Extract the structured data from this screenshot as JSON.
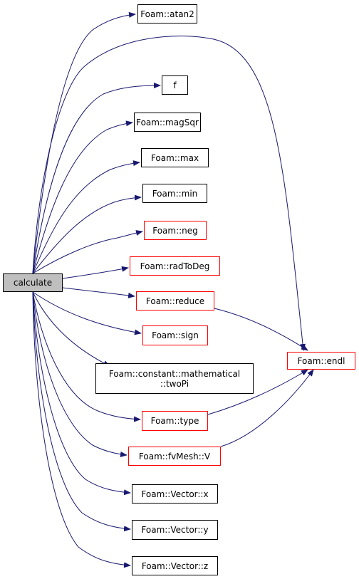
{
  "graph": {
    "colors": {
      "edge": "#191970",
      "border_default": "#000000",
      "border_undocumented": "#ff0000",
      "root_fill": "#bfbfbf"
    },
    "nodes": {
      "calculate": {
        "label": "calculate"
      },
      "atan2": {
        "label": "Foam::atan2"
      },
      "f": {
        "label": "f"
      },
      "magSqr": {
        "label": "Foam::magSqr"
      },
      "max": {
        "label": "Foam::max"
      },
      "min": {
        "label": "Foam::min"
      },
      "neg": {
        "label": "Foam::neg"
      },
      "radToDeg": {
        "label": "Foam::radToDeg"
      },
      "reduce": {
        "label": "Foam::reduce"
      },
      "sign": {
        "label": "Foam::sign"
      },
      "twoPi": {
        "label": "Foam::constant::mathematical\n::twoPi"
      },
      "type": {
        "label": "Foam::type"
      },
      "V": {
        "label": "Foam::fvMesh::V"
      },
      "x": {
        "label": "Foam::Vector::x"
      },
      "y": {
        "label": "Foam::Vector::y"
      },
      "z": {
        "label": "Foam::Vector::z"
      },
      "endl": {
        "label": "Foam::endl"
      }
    },
    "edges": [
      {
        "from": "calculate",
        "to": "atan2"
      },
      {
        "from": "calculate",
        "to": "endl"
      },
      {
        "from": "calculate",
        "to": "f"
      },
      {
        "from": "calculate",
        "to": "magSqr"
      },
      {
        "from": "calculate",
        "to": "max"
      },
      {
        "from": "calculate",
        "to": "min"
      },
      {
        "from": "calculate",
        "to": "neg"
      },
      {
        "from": "calculate",
        "to": "radToDeg"
      },
      {
        "from": "calculate",
        "to": "reduce"
      },
      {
        "from": "calculate",
        "to": "sign"
      },
      {
        "from": "calculate",
        "to": "twoPi"
      },
      {
        "from": "calculate",
        "to": "type"
      },
      {
        "from": "calculate",
        "to": "V"
      },
      {
        "from": "calculate",
        "to": "x"
      },
      {
        "from": "calculate",
        "to": "y"
      },
      {
        "from": "calculate",
        "to": "z"
      },
      {
        "from": "reduce",
        "to": "endl"
      },
      {
        "from": "type",
        "to": "endl"
      },
      {
        "from": "V",
        "to": "endl"
      }
    ]
  }
}
